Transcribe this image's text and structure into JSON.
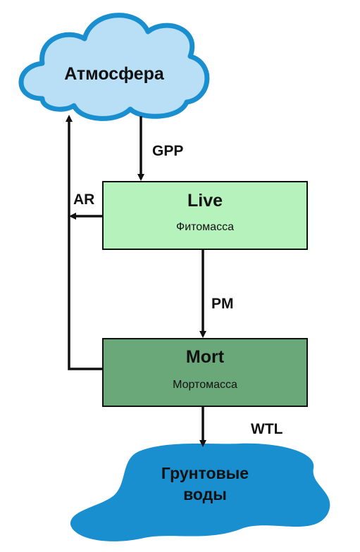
{
  "atmosphere": {
    "label": "Атмосфера",
    "fill": "#b8dff5",
    "stroke": "#1a8fd0"
  },
  "live_box": {
    "title": "Live",
    "subtitle": "Фитомасса",
    "fill": "#b6f2bc"
  },
  "mort_box": {
    "title": "Mort",
    "subtitle": "Мортомасса",
    "fill": "#6aa87a"
  },
  "groundwater": {
    "line1": "Грунтовые",
    "line2": "воды",
    "fill": "#1a8fd0"
  },
  "flows": {
    "gpp": "GPP",
    "ar": "AR",
    "pm": "PM",
    "wtl": "WTL"
  }
}
